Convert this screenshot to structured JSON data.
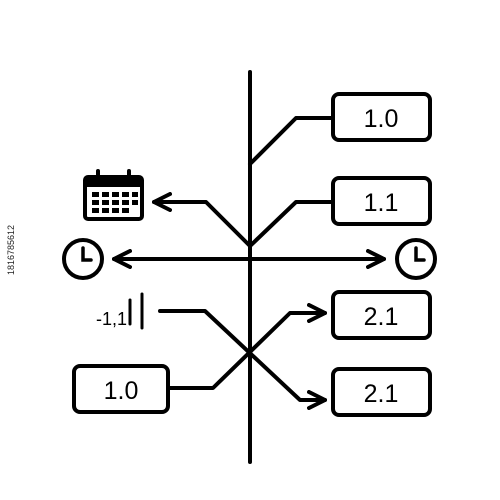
{
  "version_tags": {
    "top_right_1": "1.0",
    "top_right_2": "1.1",
    "bottom_right_1": "2.1",
    "bottom_right_2": "2.1",
    "bottom_left": "1.0"
  },
  "version_marker_label": "-1,1",
  "watermark_id": "1816785612",
  "icons": [
    "calendar-icon",
    "clock-icon",
    "clock-icon",
    "arrow-icon"
  ],
  "colors": {
    "stroke": "#000000",
    "background": "#ffffff"
  }
}
